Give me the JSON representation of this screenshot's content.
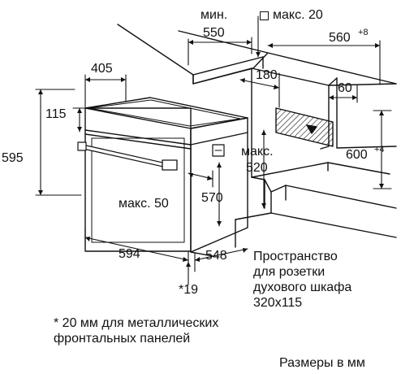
{
  "dimensions": {
    "min_label": "мин.",
    "min_value": "550",
    "max_20": "макс. 20",
    "d560": "560",
    "d560_tol": "+8",
    "d405": "405",
    "d180": "180",
    "d60": "60",
    "d115": "115",
    "d595": "595",
    "max_label": "макс.",
    "d520": "520",
    "d600": "600",
    "d600_tol": "+4",
    "max_50": "макс. 50",
    "d570": "570",
    "d594": "594",
    "d548": "548",
    "footnote_mark": "*19"
  },
  "socket_note": {
    "line1": "Пространство",
    "line2": "для розетки",
    "line3": "духового шкафа",
    "line4": "320x115"
  },
  "footnote": {
    "line1": "* 20 мм для металлических",
    "line2": "фронтальных панелей"
  },
  "units_caption": "Размеры в мм"
}
